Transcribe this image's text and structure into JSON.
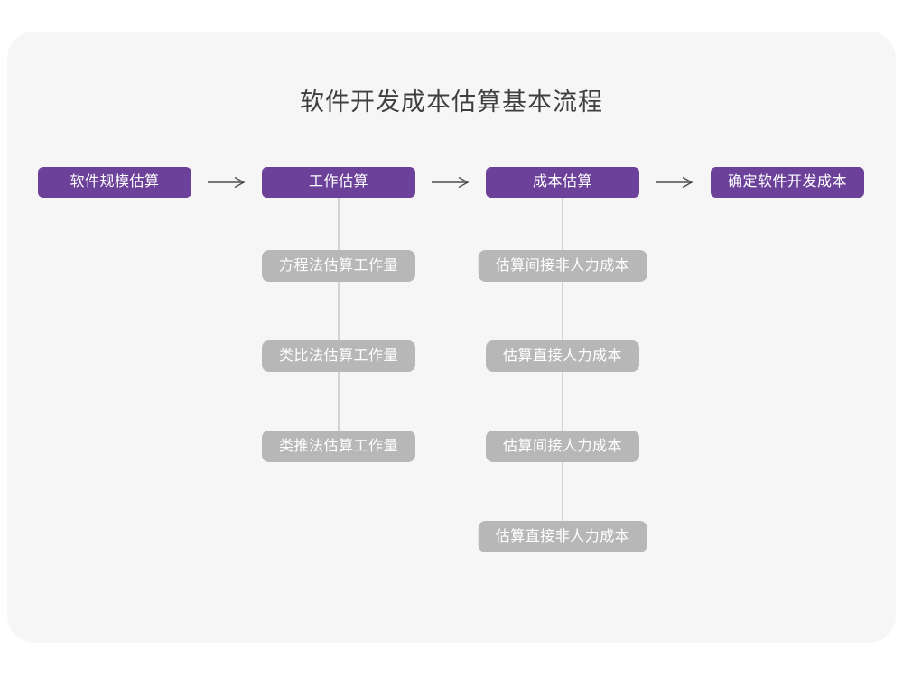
{
  "page": {
    "title": "软件开发成本估算基本流程"
  },
  "colors": {
    "accent_purple": "#6C4199",
    "node_gray": "#B7B7B7",
    "card_bg": "#F6F6F7",
    "connector": "#D4D4D4",
    "arrow": "#4D4D4D",
    "title_color": "#3F3F3F",
    "node_text": "#FFFFFF"
  },
  "flow": {
    "stages": [
      {
        "label": "软件规模估算"
      },
      {
        "label": "工作估算"
      },
      {
        "label": "成本估算"
      },
      {
        "label": "确定软件开发成本"
      }
    ]
  },
  "work_estimation_methods": {
    "items": [
      {
        "label": "方程法估算工作量"
      },
      {
        "label": "类比法估算工作量"
      },
      {
        "label": "类推法估算工作量"
      }
    ]
  },
  "cost_estimation_items": {
    "items": [
      {
        "label": "估算间接非人力成本"
      },
      {
        "label": "估算直接人力成本"
      },
      {
        "label": "估算间接人力成本"
      },
      {
        "label": "估算直接非人力成本"
      }
    ]
  }
}
